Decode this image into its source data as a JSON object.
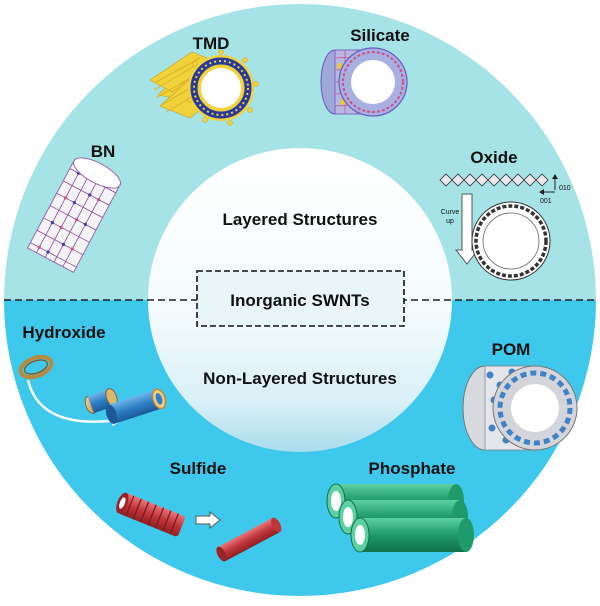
{
  "center": {
    "top_label": "Layered Structures",
    "middle_label": "Inorganic SWNTs",
    "bottom_label": "Non-Layered Structures"
  },
  "layered": {
    "tmd": "TMD",
    "silicate": "Silicate",
    "bn": "BN",
    "oxide": "Oxide",
    "oxide_axis_a": "010",
    "oxide_axis_b": "001",
    "oxide_curve_line1": "Curve",
    "oxide_curve_line2": "up"
  },
  "non_layered": {
    "hydroxide": "Hydroxide",
    "pom": "POM",
    "sulfide": "Sulfide",
    "phosphate": "Phosphate"
  },
  "colors": {
    "ring_top": "#a6e3e6",
    "ring_bottom": "#3ec8ec",
    "tmd_yellow": "#f2d23a",
    "tmd_blue": "#2a3a9a",
    "sulfide_red": "#c2353a",
    "phosphate_green": "#1f9a6a"
  }
}
